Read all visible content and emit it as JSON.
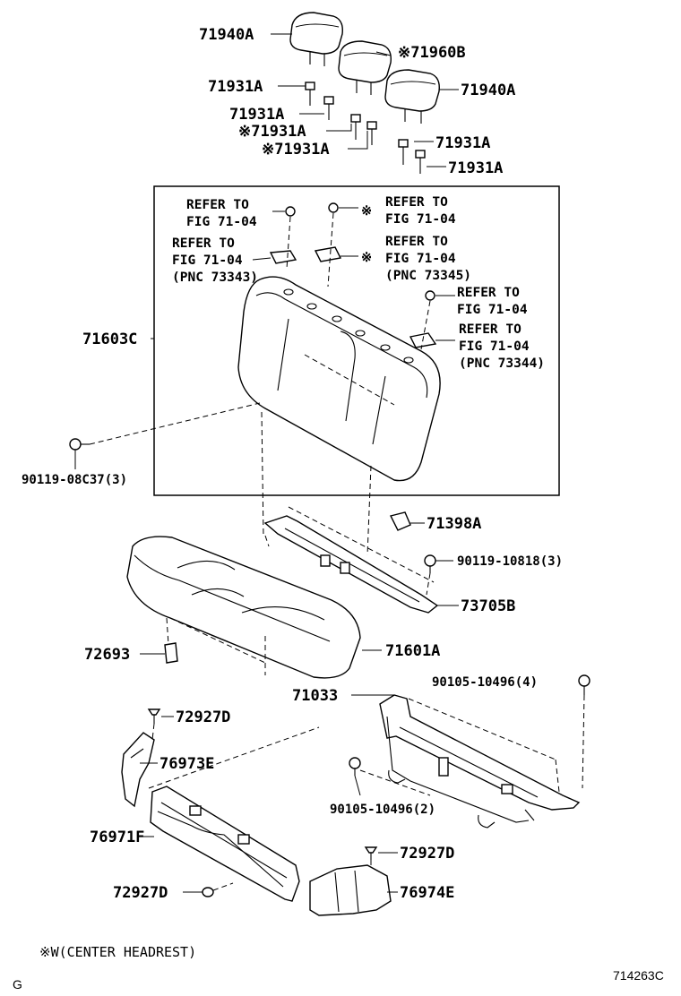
{
  "labels": {
    "p71940A_top": "71940A",
    "p71960B": "※71960B",
    "p71940A_right": "71940A",
    "p71931A_1": "71931A",
    "p71931A_2": "71931A",
    "p71931A_3": "※71931A",
    "p71931A_4": "※71931A",
    "p71931A_5": "71931A",
    "p71931A_6": "71931A",
    "p71603C": "71603C",
    "p90119_08C37": "90119-08C37(3)",
    "p71398A": "71398A",
    "p90119_10818": "90119-10818(3)",
    "p73705B": "73705B",
    "p72693": "72693",
    "p71601A": "71601A",
    "p71033": "71033",
    "p90105_10496_4": "90105-10496(4)",
    "p72927D_1": "72927D",
    "p76973E": "76973E",
    "p90105_10496_2": "90105-10496(2)",
    "p76971F": "76971F",
    "p72927D_2": "72927D",
    "p72927D_3": "72927D",
    "p76974E": "76974E"
  },
  "refs": {
    "r1_line1": "REFER TO",
    "r1_line2": "FIG 71-04",
    "r2_line1": "REFER TO",
    "r2_line2": "FIG 71-04",
    "r2_line3": "(PNC 73343)",
    "r3_line1": "REFER TO",
    "r3_line2": "FIG 71-04",
    "r4_line1": "REFER TO",
    "r4_line2": "FIG 71-04",
    "r4_line3": "(PNC 73345)",
    "r5_line1": "REFER TO",
    "r5_line2": "FIG 71-04",
    "r6_line1": "REFER TO",
    "r6_line2": "FIG 71-04",
    "r6_line3": "(PNC 73344)",
    "mark_r3": "※",
    "mark_r4": "※"
  },
  "footer": {
    "note": "※W(CENTER  HEADREST)",
    "corner_letter": "G",
    "figure_code": "714263C"
  }
}
